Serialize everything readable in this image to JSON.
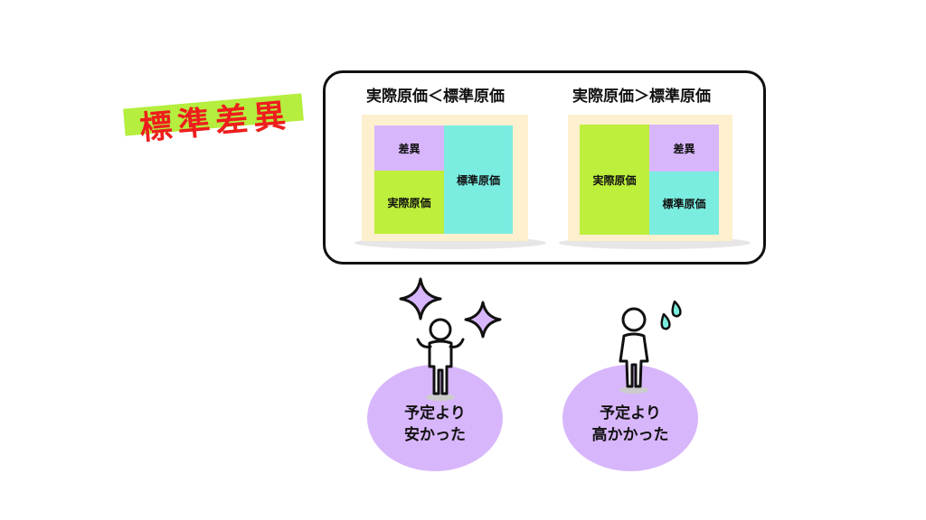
{
  "title": "標準差異",
  "comparisons": [
    {
      "heading": "実際原価＜標準原価",
      "cells": {
        "variance": "差異",
        "actual": "実際原価",
        "standard": "標準原価"
      }
    },
    {
      "heading": "実際原価＞標準原価",
      "cells": {
        "actual": "実際原価",
        "variance": "差異",
        "standard": "標準原価"
      }
    }
  ],
  "outcomes": [
    {
      "line1": "予定より",
      "line2": "安かった"
    },
    {
      "line1": "予定より",
      "line2": "高かかった"
    }
  ],
  "colors": {
    "variance": "#d8b6fb",
    "actual": "#beef3c",
    "standard": "#7aede0",
    "box_bg": "#fdf0cf",
    "title_text": "#ee1d1d",
    "title_highlight": "#b5ee3e",
    "outcome_blob": "#d8b6fb"
  },
  "icons": [
    "sparkle-icon",
    "happy-person-icon",
    "sad-person-icon",
    "sweat-drops-icon"
  ]
}
